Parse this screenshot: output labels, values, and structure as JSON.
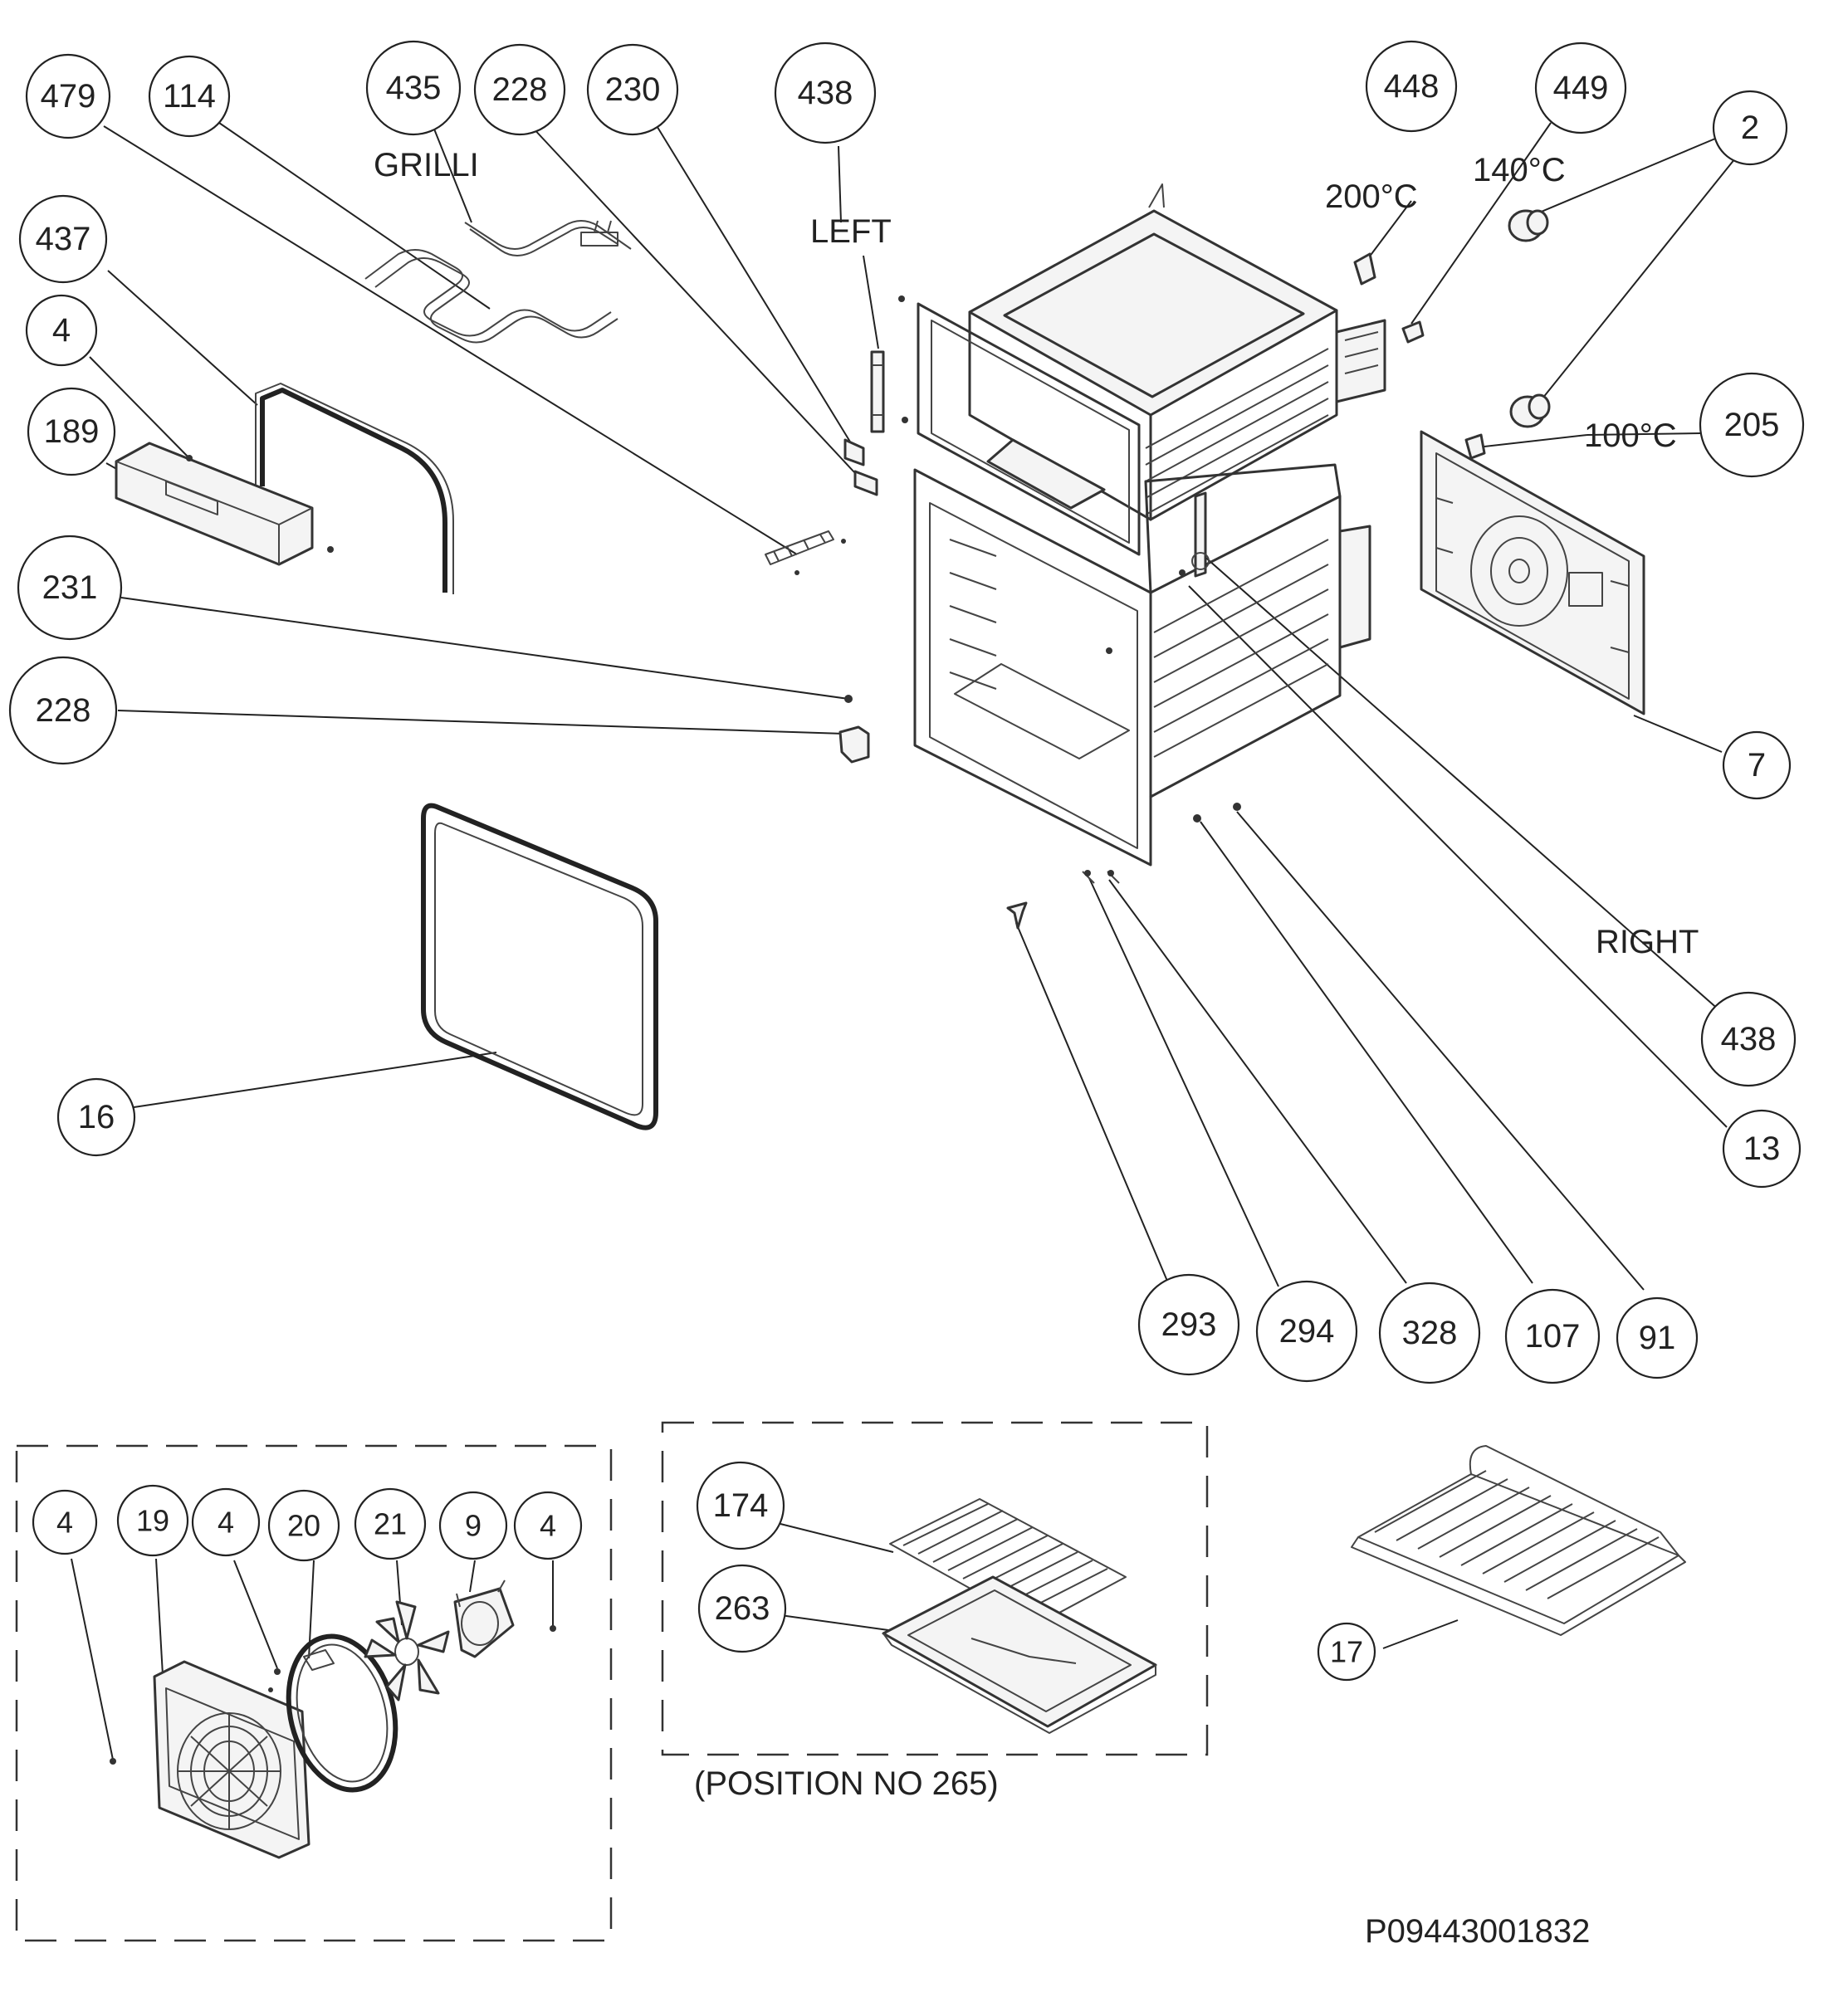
{
  "callouts": {
    "c479": "479",
    "c114": "114",
    "c435": "435",
    "c228a": "228",
    "c230": "230",
    "c438a": "438",
    "c448": "448",
    "c449": "449",
    "c2": "2",
    "c437": "437",
    "c4a": "4",
    "c189": "189",
    "c231": "231",
    "c228b": "228",
    "c205": "205",
    "c7": "7",
    "c438b": "438",
    "c13": "13",
    "c16": "16",
    "c293": "293",
    "c294": "294",
    "c328": "328",
    "c107": "107",
    "c91": "91",
    "c4b": "4",
    "c19": "19",
    "c4c": "4",
    "c20": "20",
    "c21": "21",
    "c9": "9",
    "c4d": "4",
    "c174": "174",
    "c263": "263",
    "c17": "17"
  },
  "labels": {
    "grilli": "GRILLI",
    "left": "LEFT",
    "right": "RIGHT",
    "temp_200": "200°C",
    "temp_140": "140°C",
    "temp_100": "100°C",
    "position_note": "(POSITION NO 265)",
    "drawing_number": "P09443001832"
  }
}
